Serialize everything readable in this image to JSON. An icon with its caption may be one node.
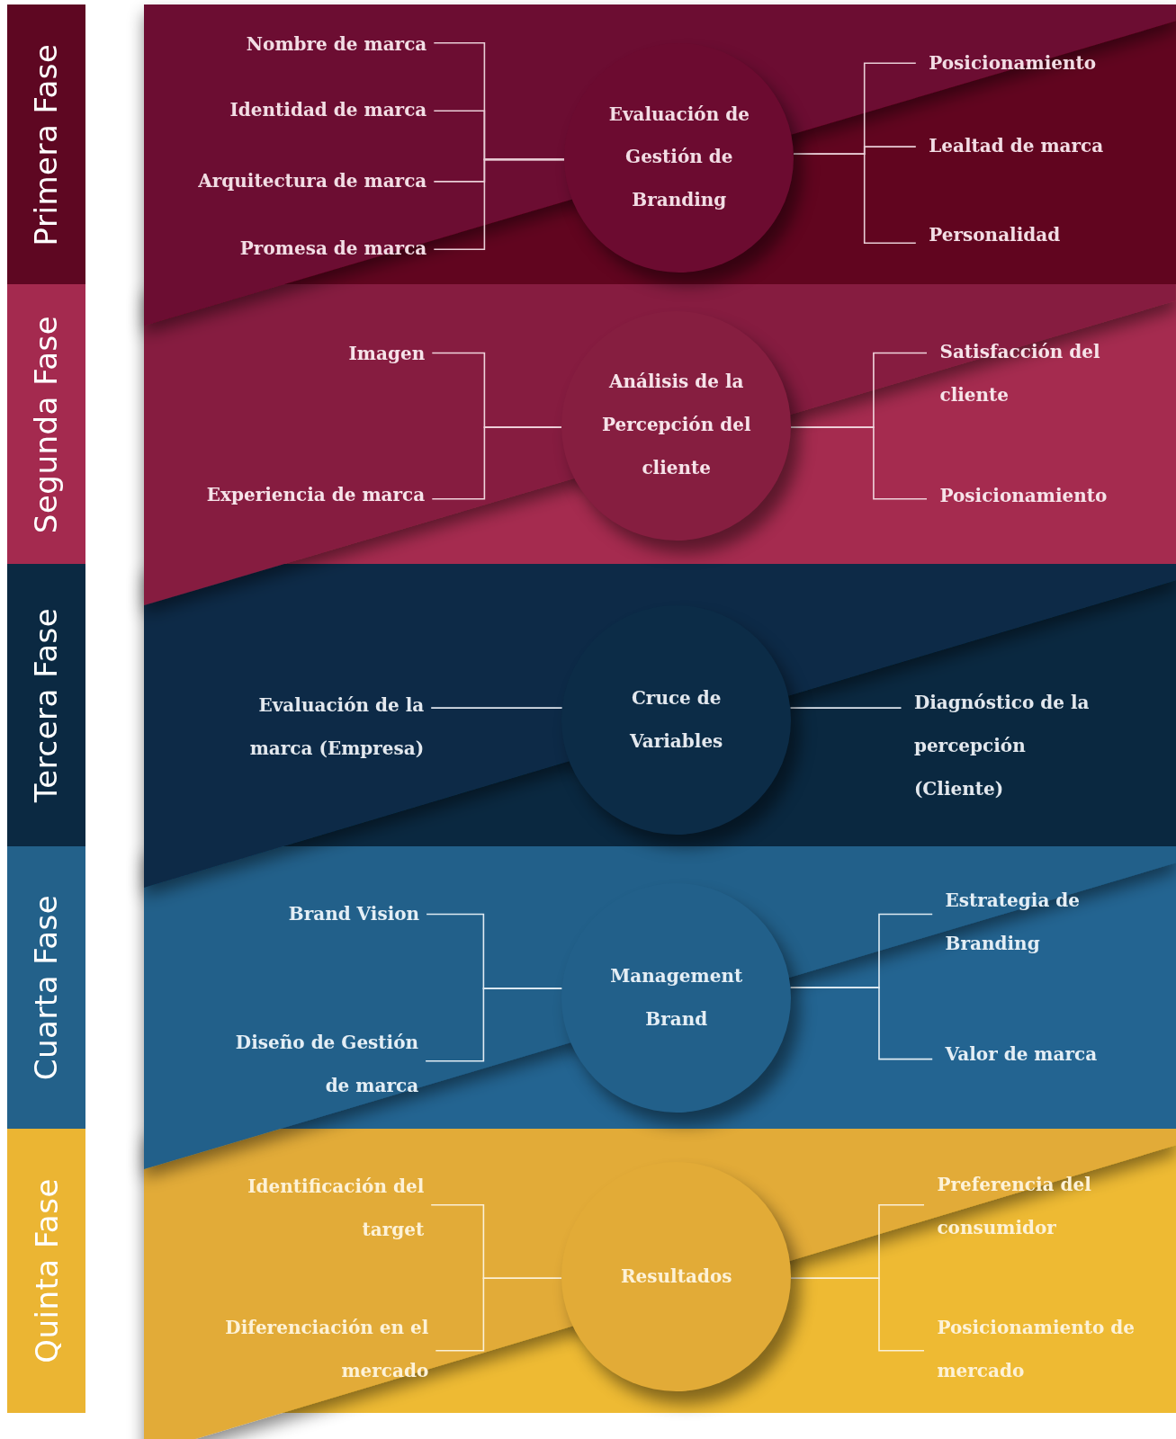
{
  "diagram": {
    "nodes": [
      {
        "text": [
          "Primera Fase"
        ]
      },
      {
        "text": [
          "Nombre de marca"
        ],
        "in": 0
      },
      {
        "text": [
          "Identidad de marca"
        ],
        "in": 0
      },
      {
        "text": [
          "Arquitectura de marca"
        ],
        "in": 0
      },
      {
        "text": [
          "Promesa de marca"
        ],
        "in": 0
      },
      {
        "text": [
          "Evaluación de Gestión de Branding"
        ],
        "in": 0
      },
      {
        "text": [
          "Posicionamiento"
        ],
        "in": 0
      },
      {
        "text": [
          "Lealtad de marca"
        ],
        "in": 0
      },
      {
        "text": [
          "Personalidad"
        ],
        "in": 0
      },
      {
        "text": [
          "Segunda Fase"
        ]
      },
      {
        "text": [
          "Imagen"
        ],
        "in": 9
      },
      {
        "text": [
          "Experiencia de marca"
        ],
        "in": 9
      },
      {
        "text": [
          "Análisis de la Percepción del cliente"
        ],
        "in": 9
      },
      {
        "text": [
          "Satisfacción del cliente"
        ],
        "in": 9
      },
      {
        "text": [
          "Posicionamiento"
        ],
        "in": 9
      },
      {
        "text": [
          "Tercera Fase"
        ]
      },
      {
        "text": [
          "Evaluación de la marca (Empresa)"
        ],
        "in": 15
      },
      {
        "text": [
          "Cruce de Variables"
        ],
        "in": 15
      },
      {
        "text": [
          "Diagnóstico de la percepción (Cliente)"
        ],
        "in": 15
      },
      {
        "text": [
          "Cuarta Fase"
        ]
      },
      {
        "text": [
          "Brand Vision"
        ],
        "in": 19
      },
      {
        "text": [
          "Diseño de Gestión de marca"
        ],
        "in": 19
      },
      {
        "text": [
          "Management Brand"
        ],
        "in": 19
      },
      {
        "text": [
          "Estrategia de Branding"
        ],
        "in": 19
      },
      {
        "text": [
          "Valor de marca"
        ],
        "in": 19
      },
      {
        "text": [
          "Quinta Fase"
        ]
      },
      {
        "text": [
          "Identificación del target"
        ],
        "in": 25
      },
      {
        "text": [
          "Diferenciación en el mercado"
        ],
        "in": 25
      },
      {
        "text": [
          "Resultados"
        ],
        "in": 25
      },
      {
        "text": [
          "Preferencia del consumidor"
        ],
        "in": 25
      },
      {
        "text": [
          "Posicionamiento de mercado"
        ],
        "in": 25
      }
    ],
    "edges": [
      {
        "from": 1,
        "to": 5,
        "arrow": "none"
      },
      {
        "from": 2,
        "to": 5,
        "arrow": "none"
      },
      {
        "from": 3,
        "to": 5,
        "arrow": "none"
      },
      {
        "from": 4,
        "to": 5,
        "arrow": "none"
      },
      {
        "from": 5,
        "to": 6,
        "arrow": "none"
      },
      {
        "from": 5,
        "to": 7,
        "arrow": "none"
      },
      {
        "from": 5,
        "to": 8,
        "arrow": "none"
      },
      {
        "from": 10,
        "to": 12,
        "arrow": "none"
      },
      {
        "from": 11,
        "to": 12,
        "arrow": "none"
      },
      {
        "from": 12,
        "to": 13,
        "arrow": "none"
      },
      {
        "from": 12,
        "to": 14,
        "arrow": "none"
      },
      {
        "from": 16,
        "to": 17,
        "arrow": "none"
      },
      {
        "from": 17,
        "to": 18,
        "arrow": "none"
      },
      {
        "from": 20,
        "to": 22,
        "arrow": "none"
      },
      {
        "from": 21,
        "to": 22,
        "arrow": "none"
      },
      {
        "from": 22,
        "to": 23,
        "arrow": "none"
      },
      {
        "from": 22,
        "to": 24,
        "arrow": "none"
      },
      {
        "from": 26,
        "to": 28,
        "arrow": "none"
      },
      {
        "from": 27,
        "to": 28,
        "arrow": "none"
      },
      {
        "from": 28,
        "to": 29,
        "arrow": "none"
      },
      {
        "from": 28,
        "to": 30,
        "arrow": "none"
      }
    ]
  }
}
